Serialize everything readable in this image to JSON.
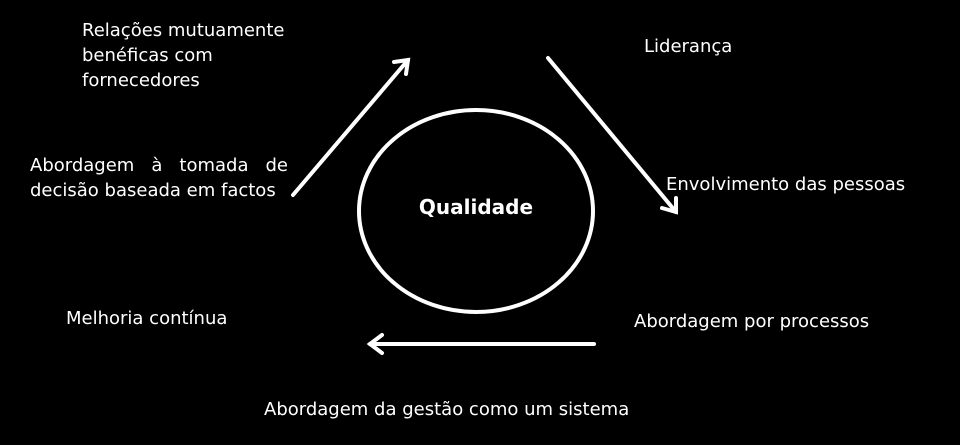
{
  "diagram": {
    "center": "Qualidade",
    "principles": {
      "relacoes": "Relações mutuamente\nbenéficas com\nfornecedores",
      "lideranca": "Liderança",
      "envolvimento": "Envolvimento das pessoas",
      "decisao": "Abordagem à tomada de decisão baseada em factos",
      "processos": "Abordagem por processos",
      "melhoria": "Melhoria contínua",
      "sistema": "Abordagem da gestão como um sistema"
    },
    "colors": {
      "background": "#000000",
      "foreground": "#ffffff"
    }
  }
}
